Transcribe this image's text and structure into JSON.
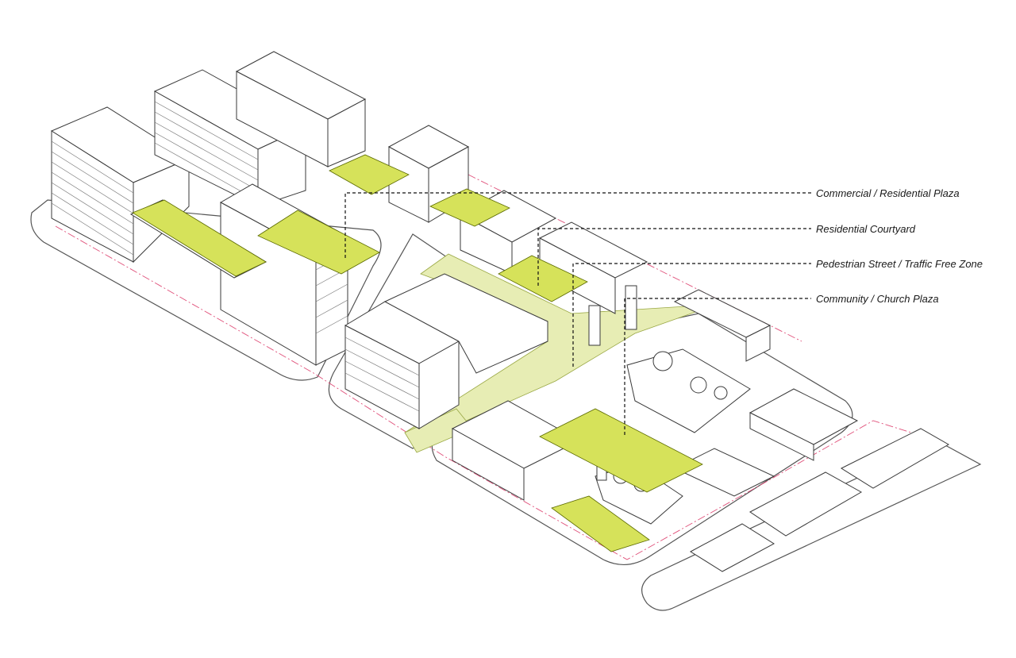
{
  "callouts": [
    {
      "label": "Commercial / Residential Plaza",
      "color": "#d6e25a"
    },
    {
      "label": "Residential Courtyard",
      "color": "#d6e25a"
    },
    {
      "label": "Pedestrian Street / Traffic Free Zone",
      "color": "#e7edb4"
    },
    {
      "label": "Community / Church Plaza",
      "color": "#d6e25a"
    }
  ],
  "colors": {
    "plaza_green": "#d6e25a",
    "street_green": "#e7edb4",
    "property_line": "#e0507a",
    "linework": "#3a3a3a"
  }
}
